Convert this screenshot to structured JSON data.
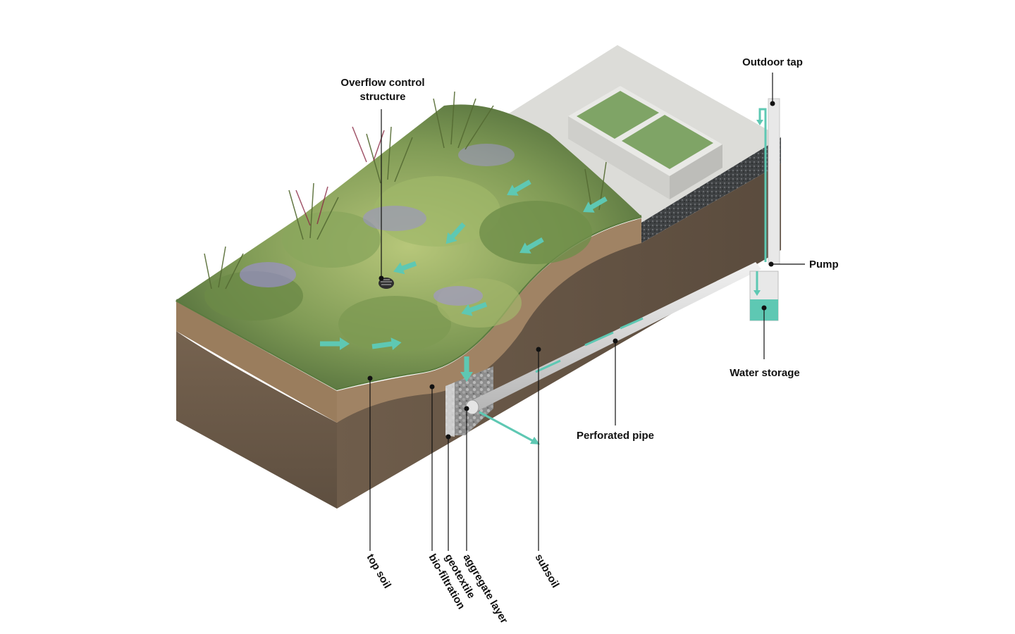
{
  "colors": {
    "flow": "#5ec8b3",
    "soil_dark": "#6b5a48",
    "soil_light": "#8a7560",
    "topsoil_band": "#9a7d5d",
    "grass_border": "#5a7a3e",
    "paving": "#dcdcd8",
    "planter_fill": "#7fa466",
    "storage_water": "#5ec8b3"
  },
  "labels": {
    "overflow": [
      "Overflow control",
      "structure"
    ],
    "outdoor_tap": "Outdoor tap",
    "pump": "Pump",
    "water_storage": "Water storage",
    "perforated_pipe": "Perforated pipe",
    "top_soil": "top soil",
    "bio_filtration": "bio-filtration",
    "geotextile": "geotextile",
    "aggregate_layer": "aggregate layer",
    "subsoil": "subsoil"
  }
}
